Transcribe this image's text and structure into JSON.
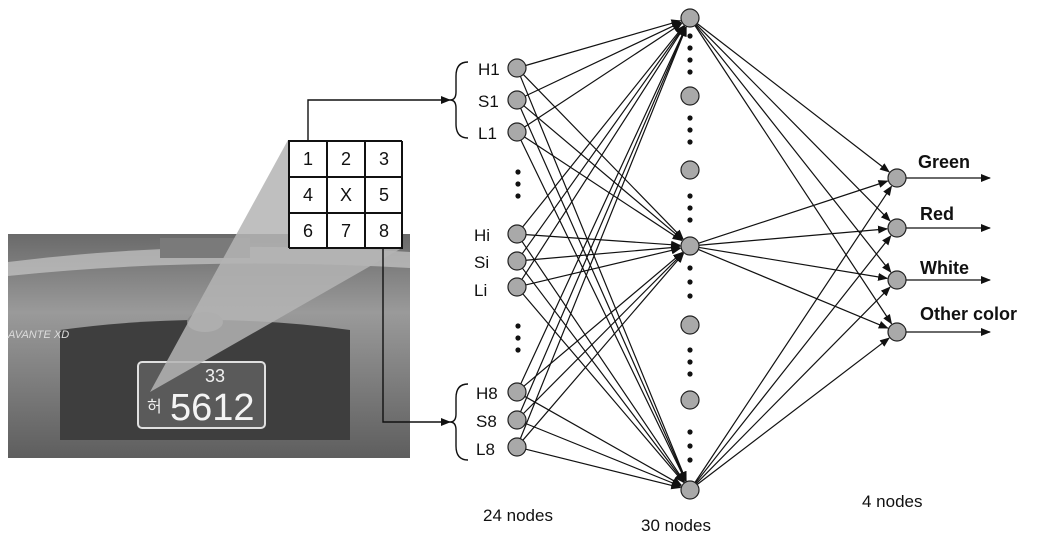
{
  "grid_cells": [
    "1",
    "2",
    "3",
    "4",
    "X",
    "5",
    "6",
    "7",
    "8"
  ],
  "plate": {
    "char": "허",
    "top_text": "33",
    "number": "5612",
    "badge": "AVANTE XD"
  },
  "input_labels": {
    "group1": [
      "H1",
      "S1",
      "L1"
    ],
    "groupi": [
      "Hi",
      "Si",
      "Li"
    ],
    "group8": [
      "H8",
      "S8",
      "L8"
    ]
  },
  "outputs": [
    "Green",
    "Red",
    "White",
    "Other color"
  ],
  "layer_counts": {
    "input": "24 nodes",
    "hidden": "30 nodes",
    "output": "4 nodes"
  },
  "colors": {
    "node_fill": "#a9a9a9",
    "line": "#111111"
  }
}
